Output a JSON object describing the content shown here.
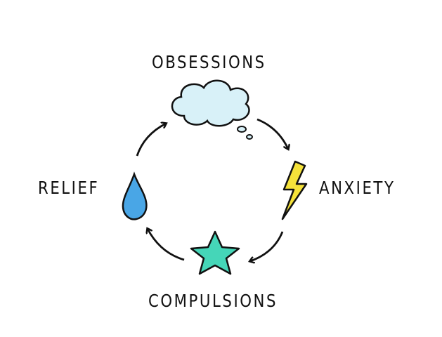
{
  "diagram": {
    "title": "OCD cycle",
    "stages": [
      {
        "label": "OBSESSIONS",
        "icon": "thought-cloud-icon"
      },
      {
        "label": "ANXIETY",
        "icon": "lightning-bolt-icon"
      },
      {
        "label": "COMPULSIONS",
        "icon": "star-icon"
      },
      {
        "label": "RELIEF",
        "icon": "water-drop-icon"
      }
    ],
    "colors": {
      "cloud": "#d8f1f8",
      "bolt": "#f5e23a",
      "star": "#45d6b8",
      "drop": "#49a6e6"
    }
  }
}
